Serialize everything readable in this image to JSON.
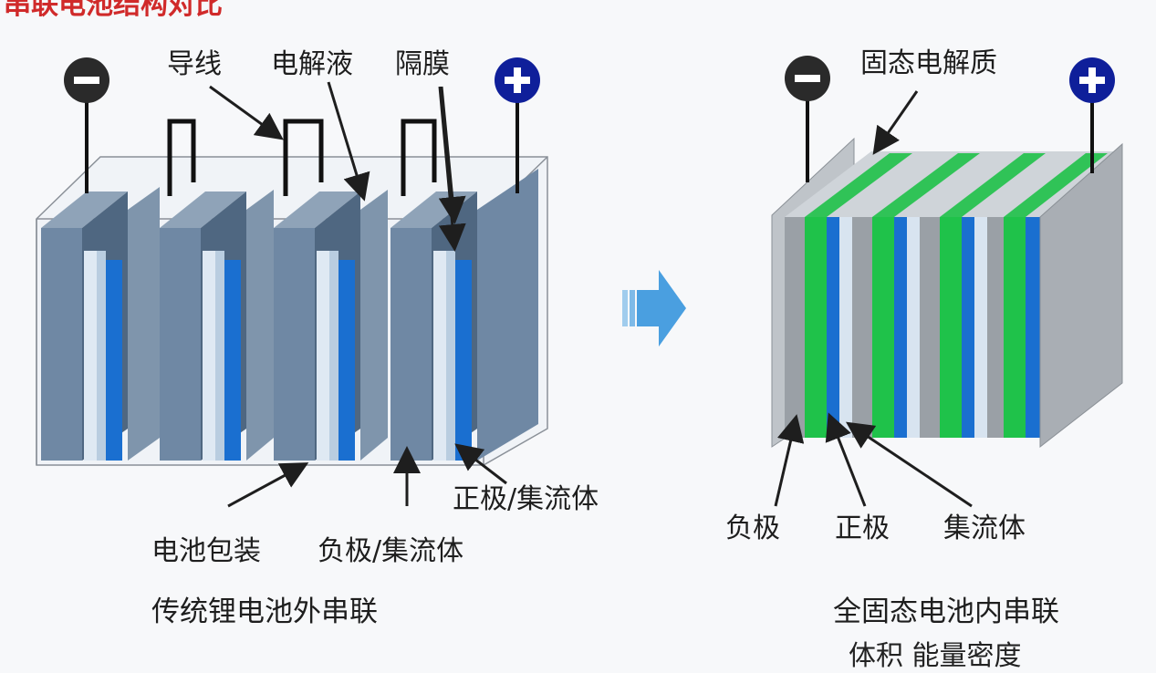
{
  "heading": "串联电池结构对比",
  "left": {
    "terminal_negative": "minus-circle-icon",
    "terminal_positive": "plus-circle-icon",
    "labels": {
      "wire": "导线",
      "electrolyte": "电解液",
      "separator": "隔膜",
      "cathode_collector": "正极/集流体",
      "packaging": "电池包装",
      "anode_collector": "负极/集流体"
    },
    "caption": "传统锂电池外串联"
  },
  "arrow": "right-arrow-icon",
  "right": {
    "terminal_negative": "minus-circle-icon",
    "terminal_positive": "plus-circle-icon",
    "labels": {
      "solid_electrolyte": "固态电解质",
      "anode": "负极",
      "cathode": "正极",
      "collector": "集流体"
    },
    "caption": "全固态电池内串联"
  },
  "footer_partial": "体积 能量密度",
  "colors": {
    "heading": "#d02a2a",
    "cell_body": "#6f88a4",
    "cell_dark": "#4f6781",
    "cathode_blue": "#1a6fd0",
    "separator_light": "#d8e4f0",
    "solid_green": "#1fc24a",
    "collector_gray": "#9aa0a6",
    "terminal_plus": "#0f1f9a",
    "terminal_minus": "#2a2a2a",
    "arrow": "#4a9fe0"
  }
}
